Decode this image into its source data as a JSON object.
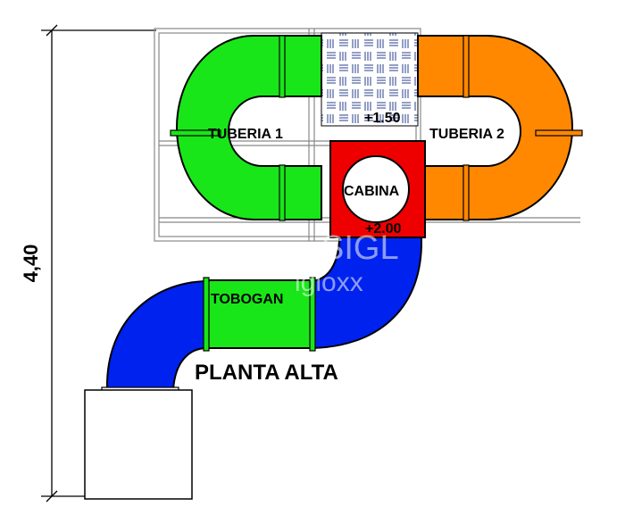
{
  "plan": {
    "title": "PLANTA ALTA",
    "dimension": "4,40",
    "colors": {
      "tuberia_1": "#19e619",
      "tuberia_2": "#ff8800",
      "tobogan_curve": "#0022ee",
      "tobogan_straight": "#19e619",
      "cabina": "#ee0000",
      "outline": "#000000",
      "frame": "#888888"
    },
    "elements": {
      "tuberia_1": {
        "label": "TUBERIA 1"
      },
      "tuberia_2": {
        "label": "TUBERIA 2"
      },
      "cabina": {
        "label": "CABINA",
        "level": "+2.00"
      },
      "platform": {
        "level": "+1.50"
      },
      "tobogan": {
        "label": "TOBOGAN"
      }
    },
    "watermark": {
      "line1": "SIGL",
      "line2": "igloxx"
    }
  }
}
